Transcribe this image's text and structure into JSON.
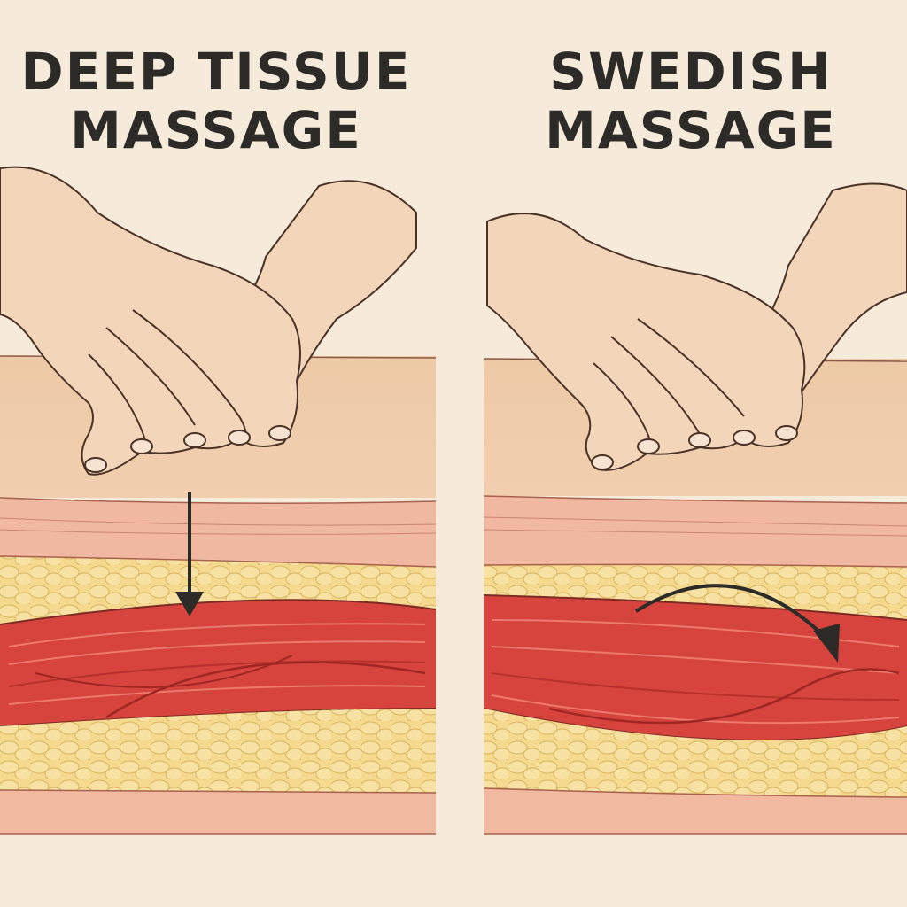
{
  "panels": [
    {
      "title_line1": "DEEP TISSUE",
      "title_line2": "MASSAGE",
      "arrow": "down-arrow-icon"
    },
    {
      "title_line1": "SWEDISH",
      "title_line2": "MASSAGE",
      "arrow": "curved-arrow-icon"
    }
  ],
  "colors": {
    "background": "#f6eadb",
    "skin_surface": "#eec9a8",
    "dermis": "#f0b5a0",
    "fat": "#f2d58a",
    "muscle": "#d8463f",
    "arrow": "#2c2b27",
    "hands": "#f3d6b9"
  }
}
